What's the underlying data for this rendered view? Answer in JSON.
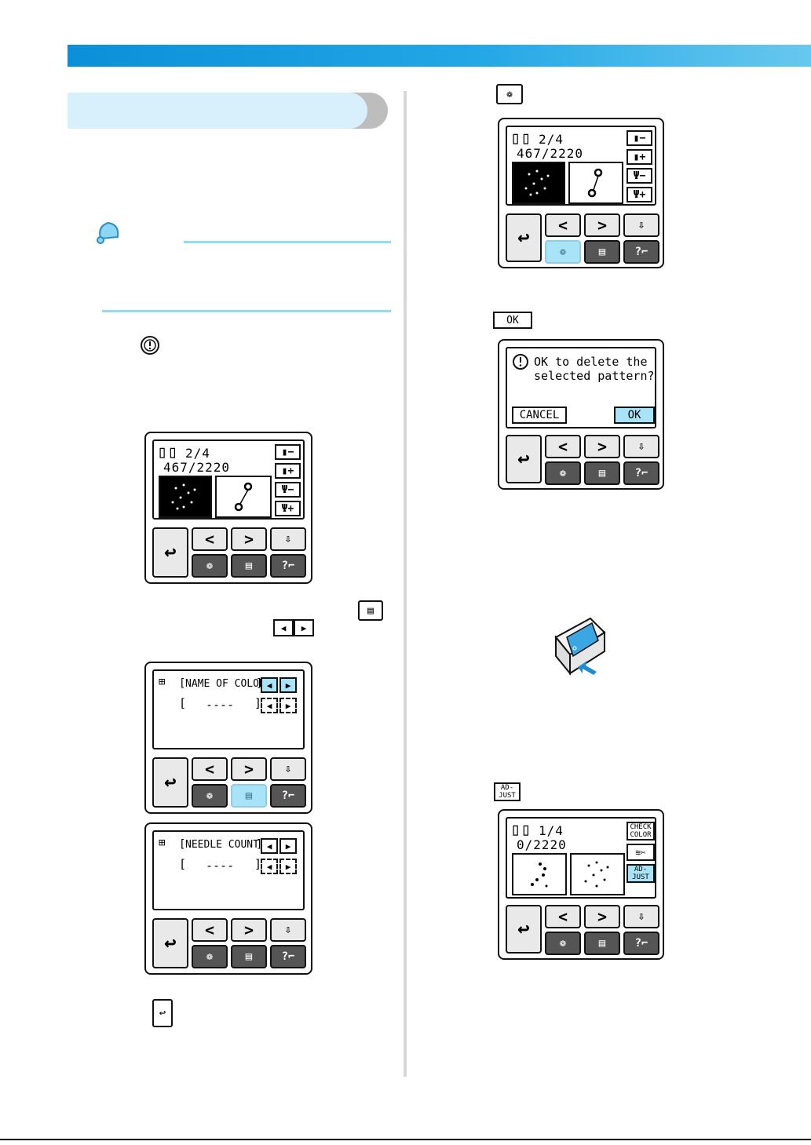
{
  "screens": {
    "left_main": {
      "counter": "2/4",
      "stitches": "467/2220"
    },
    "name_of_color": {
      "title": "NAME OF COLOR",
      "value": "----"
    },
    "needle_count": {
      "title": "NEEDLE COUNT",
      "value": "----"
    },
    "right_main": {
      "counter": "2/4",
      "stitches": "467/2220"
    },
    "confirm": {
      "message_line1": "OK to delete the",
      "message_line2": "selected pattern?",
      "cancel_label": "CANCEL",
      "ok_label": "OK"
    },
    "adjust": {
      "counter": "1/4",
      "stitches": "0/2220",
      "check_color_line1": "CHECK",
      "check_color_line2": "COLOR",
      "adjust_line1": "AD-",
      "adjust_line2": "JUST"
    }
  },
  "inline_icons": {
    "ok_label": "OK",
    "adjust_line1": "AD-",
    "adjust_line2": "JUST"
  },
  "colors": {
    "accent": "#23a7e6",
    "highlight": "#a9e3f7",
    "memo_line": "#8fdcf5"
  }
}
